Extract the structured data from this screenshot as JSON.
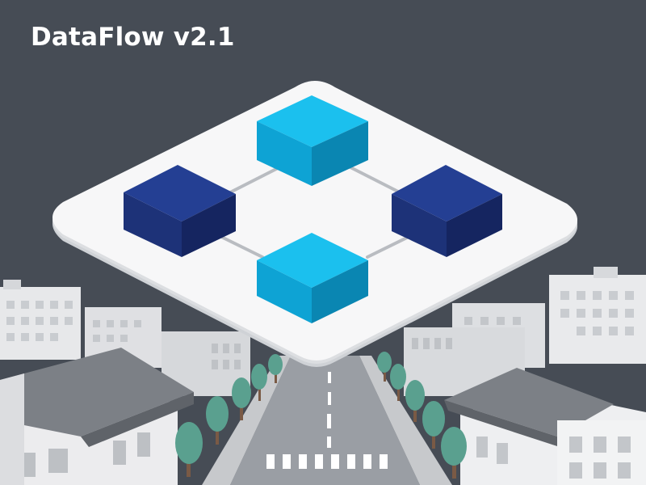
{
  "app": {
    "title": "DataFlow v2.1"
  },
  "colors": {
    "background": "#464c55",
    "platform": "#f7f7f8",
    "platform_edge": "#d9dbde",
    "node_light_top": "#1bc0ee",
    "node_light_front": "#0ea3d4",
    "node_light_side": "#0a86b2",
    "node_dark_top": "#243f93",
    "node_dark_front": "#1d3278",
    "node_dark_side": "#152560",
    "connector": "#b9bcc1",
    "tree": "#5aa08f",
    "trunk": "#7a5a45",
    "road": "#8e9298",
    "building": "#e4e5e7",
    "roof": "#7e8287"
  },
  "diagram": {
    "nodes": [
      {
        "id": "node-top",
        "tone": "light"
      },
      {
        "id": "node-left",
        "tone": "dark"
      },
      {
        "id": "node-right",
        "tone": "dark"
      },
      {
        "id": "node-bottom",
        "tone": "light"
      }
    ],
    "edges": [
      {
        "from": "node-left",
        "to": "node-top"
      },
      {
        "from": "node-top",
        "to": "node-right"
      },
      {
        "from": "node-left",
        "to": "node-bottom"
      },
      {
        "from": "node-bottom",
        "to": "node-right"
      }
    ]
  }
}
